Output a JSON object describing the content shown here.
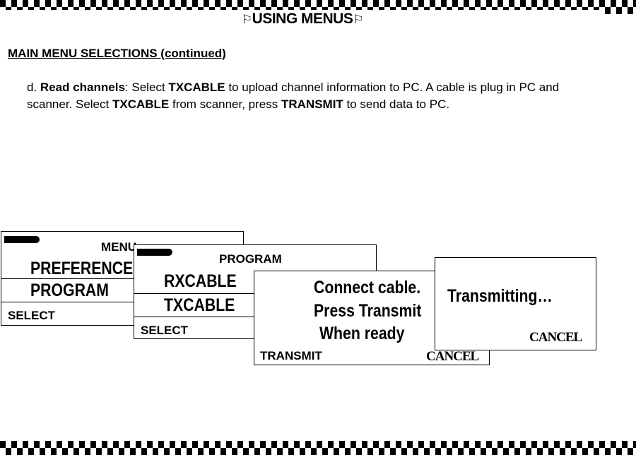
{
  "header": {
    "flag_glyph": "⚐",
    "title": "USING MENUS"
  },
  "section": {
    "title": "MAIN MENU SELECTIONS (continued)"
  },
  "instruction": {
    "step": "d.",
    "heading": "Read channels",
    "t1": ": Select ",
    "b1": "TXCABLE",
    "t2": " to upload channel information to PC. A cable is plug in PC and scanner. Select ",
    "b2": "TXCABLE",
    "t3": " from scanner, press ",
    "b3": "TRANSMIT",
    "t4": " to send data to PC."
  },
  "screens": {
    "menu": {
      "title": "MENU",
      "items": [
        "PREFERENCES",
        "PROGRAM"
      ],
      "softkey": "SELECT"
    },
    "program": {
      "title": "PROGRAM",
      "items": [
        "RXCABLE",
        "TXCABLE"
      ],
      "softkey": "SELECT"
    },
    "connect": {
      "lines": [
        "Connect cable.",
        "Press Transmit",
        "When ready"
      ],
      "softkey": "TRANSMIT",
      "cancel": "CANCEL"
    },
    "transmitting": {
      "message": "Transmitting…",
      "cancel": "CANCEL"
    }
  }
}
